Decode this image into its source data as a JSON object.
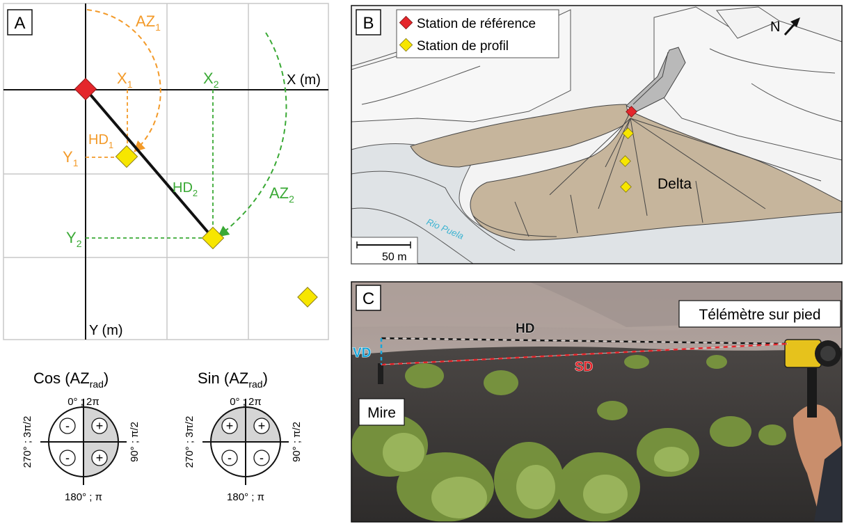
{
  "colors": {
    "orange": "#f39a29",
    "green": "#3aa935",
    "red": "#e4262b",
    "yellow": "#f7e600",
    "sand": "#c6b59c",
    "water": "#dfe3e6",
    "grid": "#c8c8c8",
    "quadrant_fill": "#d5d5d5"
  },
  "panel_a": {
    "letter": "A",
    "x_axis": "X (m)",
    "y_axis": "Y (m)",
    "az1": "AZ",
    "az1_sub": "1",
    "x1": "X",
    "x1_sub": "1",
    "y1": "Y",
    "y1_sub": "1",
    "hd1": "HD",
    "hd1_sub": "1",
    "az2": "AZ",
    "az2_sub": "2",
    "x2": "X",
    "x2_sub": "2",
    "y2": "Y",
    "y2_sub": "2",
    "hd2": "HD",
    "hd2_sub": "2"
  },
  "circles": {
    "cos_title": "Cos (AZ",
    "sin_title": "Sin (AZ",
    "title_sub": "rad",
    "title_close": ")",
    "top": "0° ; 2π",
    "bottom": "180° ; π",
    "right": "90° ; π/2",
    "left": "270° ; 3π/2",
    "cos_signs": [
      "-",
      "+",
      "-",
      "+"
    ],
    "sin_signs": [
      "+",
      "+",
      "-",
      "-"
    ]
  },
  "panel_b": {
    "letter": "B",
    "legend_reference": "Station de référence",
    "legend_profile": "Station de profil",
    "north": "N",
    "delta": "Delta",
    "river": "Rio Puela",
    "scale": "50 m"
  },
  "panel_c": {
    "letter": "C",
    "tripod_label": "Télémètre sur pied",
    "target_label": "Mire",
    "hd": "HD",
    "sd": "SD",
    "vd": "VD"
  }
}
